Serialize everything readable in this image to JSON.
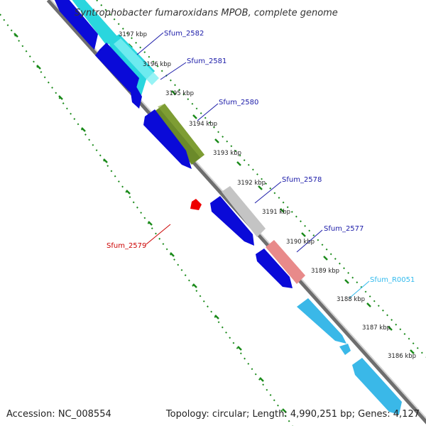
{
  "title": "Syntrophobacter fumaroxidans MPOB, complete genome",
  "accession": "Accession: NC_008554",
  "summary": "Topology: circular; Length: 4,990,251 bp; Genes: 4,127",
  "kbp_ticks": [
    "3197 kbp",
    "3196 kbp",
    "3195 kbp",
    "3194 kbp",
    "3193 kbp",
    "3192 kbp",
    "3191 kbp",
    "3190 kbp",
    "3189 kbp",
    "3188 kbp",
    "3187 kbp",
    "3186 kbp"
  ],
  "genes": [
    {
      "label": "Sfum_2582",
      "color": "#1a1aa8"
    },
    {
      "label": "Sfum_2581",
      "color": "#1a1aa8"
    },
    {
      "label": "Sfum_2580",
      "color": "#1a1aa8"
    },
    {
      "label": "Sfum_2578",
      "color": "#1a1aa8"
    },
    {
      "label": "Sfum_2577",
      "color": "#1a1aa8"
    },
    {
      "label": "Sfum_R0051",
      "color": "#33bbee"
    },
    {
      "label": "Sfum_2579",
      "color": "#cc0000"
    }
  ],
  "colors": {
    "cds_blue": "#0a0ad8",
    "cyan": "#2ad6de",
    "olive": "#6b8a2a",
    "gray": "#c4c4c4",
    "salmon": "#e88a8a",
    "skyblue": "#3ab8e8",
    "dotted_green": "#1a8a1a",
    "backbone": "#808080"
  }
}
